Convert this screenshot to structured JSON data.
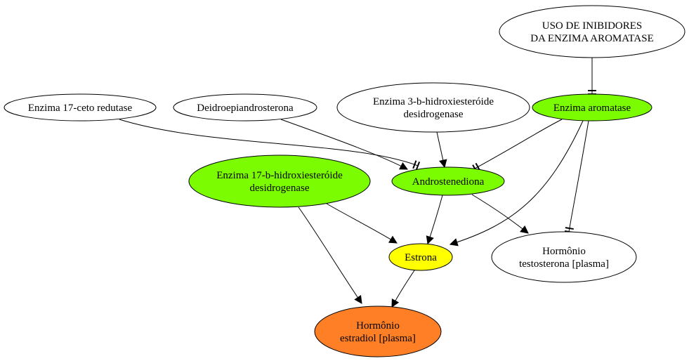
{
  "colors": {
    "green": "#7cfc00",
    "yellow": "#ffff00",
    "orange": "#ff7f27",
    "white": "#ffffff",
    "stroke": "#000000"
  },
  "nodes": [
    {
      "id": "inibidores",
      "lines": [
        "USO DE INIBIDORES",
        "DA ENZIMA AROMATASE"
      ],
      "fill": "white"
    },
    {
      "id": "ceto",
      "lines": [
        "Enzima 17-ceto redutase"
      ],
      "fill": "white"
    },
    {
      "id": "deidro",
      "lines": [
        "Deidroepiandrosterona"
      ],
      "fill": "white"
    },
    {
      "id": "hidroxi3",
      "lines": [
        "Enzima 3-b-hidroxiesteróide",
        "desidrogenase"
      ],
      "fill": "white"
    },
    {
      "id": "aromatase",
      "lines": [
        "Enzima aromatase"
      ],
      "fill": "green"
    },
    {
      "id": "hidroxi17",
      "lines": [
        "Enzima 17-b-hidroxiesteróide",
        "desidrogenase"
      ],
      "fill": "green"
    },
    {
      "id": "androstenediona",
      "lines": [
        "Androstenediona"
      ],
      "fill": "green"
    },
    {
      "id": "estrona",
      "lines": [
        "Estrona"
      ],
      "fill": "yellow"
    },
    {
      "id": "testosterona",
      "lines": [
        "Hormônio",
        "testosterona [plasma]"
      ],
      "fill": "white"
    },
    {
      "id": "estradiol",
      "lines": [
        "Hormônio",
        "estradiol [plasma]"
      ],
      "fill": "orange"
    }
  ],
  "edges": [
    {
      "from": "inibidores",
      "to": "aromatase",
      "type": "inhibit"
    },
    {
      "from": "ceto",
      "to": "androstenediona",
      "type": "inhibit"
    },
    {
      "from": "deidro",
      "to": "androstenediona",
      "type": "activate"
    },
    {
      "from": "hidroxi3",
      "to": "androstenediona",
      "type": "activate"
    },
    {
      "from": "aromatase",
      "to": "androstenediona",
      "type": "inhibit"
    },
    {
      "from": "aromatase",
      "to": "estrona",
      "type": "activate"
    },
    {
      "from": "aromatase",
      "to": "testosterona",
      "type": "inhibit"
    },
    {
      "from": "androstenediona",
      "to": "estrona",
      "type": "activate"
    },
    {
      "from": "androstenediona",
      "to": "testosterona",
      "type": "activate"
    },
    {
      "from": "hidroxi17",
      "to": "estrona",
      "type": "activate"
    },
    {
      "from": "hidroxi17",
      "to": "estradiol",
      "type": "activate"
    },
    {
      "from": "estrona",
      "to": "estradiol",
      "type": "activate"
    }
  ]
}
